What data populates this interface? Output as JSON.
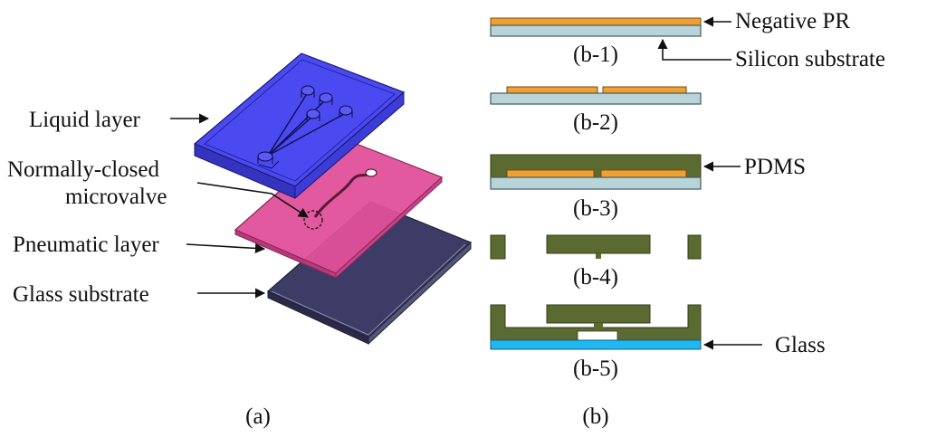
{
  "panel_a": {
    "labels": {
      "liquid_layer": "Liquid layer",
      "valve_line1": "Normally-closed",
      "valve_line2": "microvalve",
      "pneumatic_layer": "Pneumatic layer",
      "glass_substrate": "Glass substrate"
    },
    "caption": "(a)"
  },
  "panel_b": {
    "labels": {
      "negative_pr": "Negative PR",
      "silicon_substrate": "Silicon substrate",
      "pdms": "PDMS",
      "glass": "Glass"
    },
    "steps": [
      "(b-1)",
      "(b-2)",
      "(b-3)",
      "(b-4)",
      "(b-5)"
    ],
    "caption": "(b)"
  },
  "colors": {
    "liquid_layer": "#4a4af0",
    "pneumatic_layer": "#e0509a",
    "glass_substrate": "#40406a",
    "photoresist": "#f0a030",
    "silicon": "#b8d4d8",
    "pdms": "#5a6a30",
    "glass": "#20b8f0"
  }
}
